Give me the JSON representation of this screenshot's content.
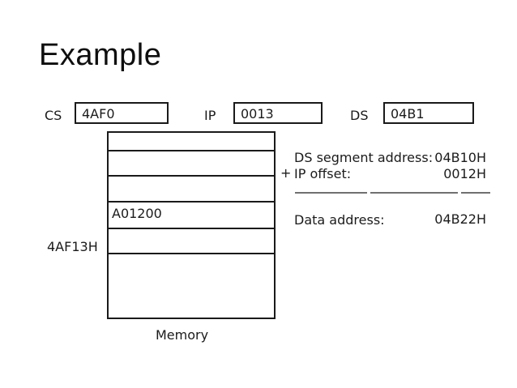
{
  "slide": {
    "title": "Example",
    "background_color": "#ffffff",
    "text_color": "#1b1b1b",
    "line_color": "#1a1a1a",
    "rule_color": "#707070"
  },
  "registers": [
    {
      "name": "CS",
      "value": "4AF0"
    },
    {
      "name": "IP",
      "value": "0013"
    },
    {
      "name": "DS",
      "value": "04B1"
    }
  ],
  "memory": {
    "caption": "Memory",
    "cell_value": "A01200",
    "address_label": "4AF13H",
    "row_count": 6
  },
  "calculation": {
    "plus_sign": "+",
    "rows": [
      {
        "label": "DS segment address:",
        "value": "04B10H"
      },
      {
        "label": "IP offset:",
        "value": "0012H"
      },
      {
        "label": "Data address:",
        "value": "04B22H"
      }
    ]
  }
}
